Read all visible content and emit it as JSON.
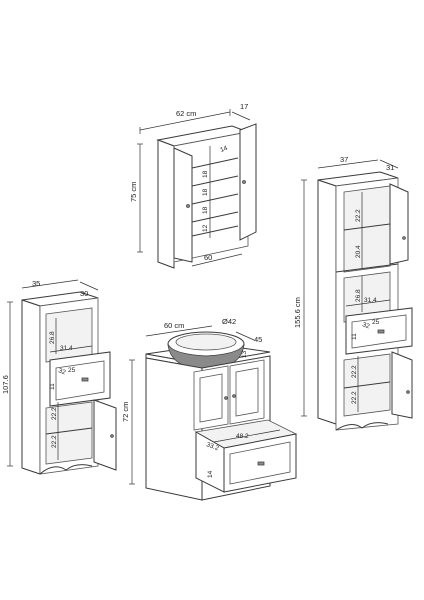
{
  "wall_cabinet": {
    "width": "62 cm",
    "depth": "17",
    "height": "75 cm",
    "shelf_1": "14",
    "shelf_2": "18",
    "shelf_3": "18",
    "shelf_4": "18",
    "shelf_5": "12",
    "inner_width": "60"
  },
  "tall_cabinet_right": {
    "width": "37",
    "depth": "31",
    "height": "155.6 cm",
    "upper_1": "22.2",
    "upper_2": "20.4",
    "mid": "26.8",
    "inner_width": "31.4",
    "drawer_a": "32",
    "drawer_b": "25",
    "drawer_h": "11",
    "lower_1": "22.2",
    "lower_2": "22.2"
  },
  "tall_cabinet_left": {
    "width": "35",
    "depth": "30",
    "height": "107.6",
    "mid": "26.8",
    "inner_width": "31.4",
    "drawer_a": "32",
    "drawer_b": "25",
    "drawer_h": "11",
    "lower_1": "22.2",
    "lower_2": "22.2"
  },
  "vanity": {
    "width": "60 cm",
    "basin": "Ø42",
    "depth": "45",
    "basin_h": "13",
    "height": "72 cm",
    "drawer_w": "48.2",
    "drawer_d": "33.2",
    "drawer_h": "14"
  },
  "colors": {
    "line": "#3a3a3a",
    "basin": "#8a8a8a"
  },
  "icons": [
    "handle-knob-icon",
    "drawer-logo-icon"
  ]
}
